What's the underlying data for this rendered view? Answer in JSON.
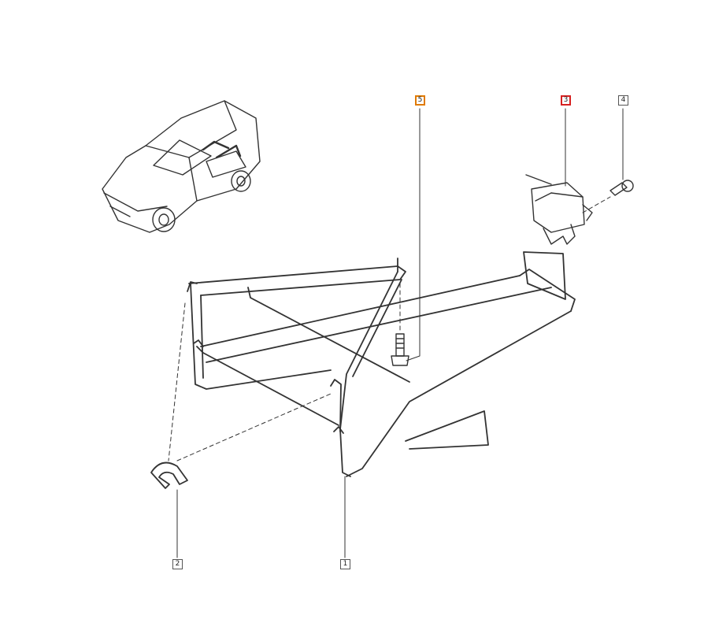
{
  "callouts": [
    {
      "id": "1",
      "label": "1"
    },
    {
      "id": "2",
      "label": "2"
    },
    {
      "id": "3",
      "label": "3"
    },
    {
      "id": "4",
      "label": "4"
    },
    {
      "id": "5",
      "label": "5"
    }
  ],
  "highlights": {
    "callout_3_border": "#d62020",
    "callout_5_border": "#e07a00"
  }
}
